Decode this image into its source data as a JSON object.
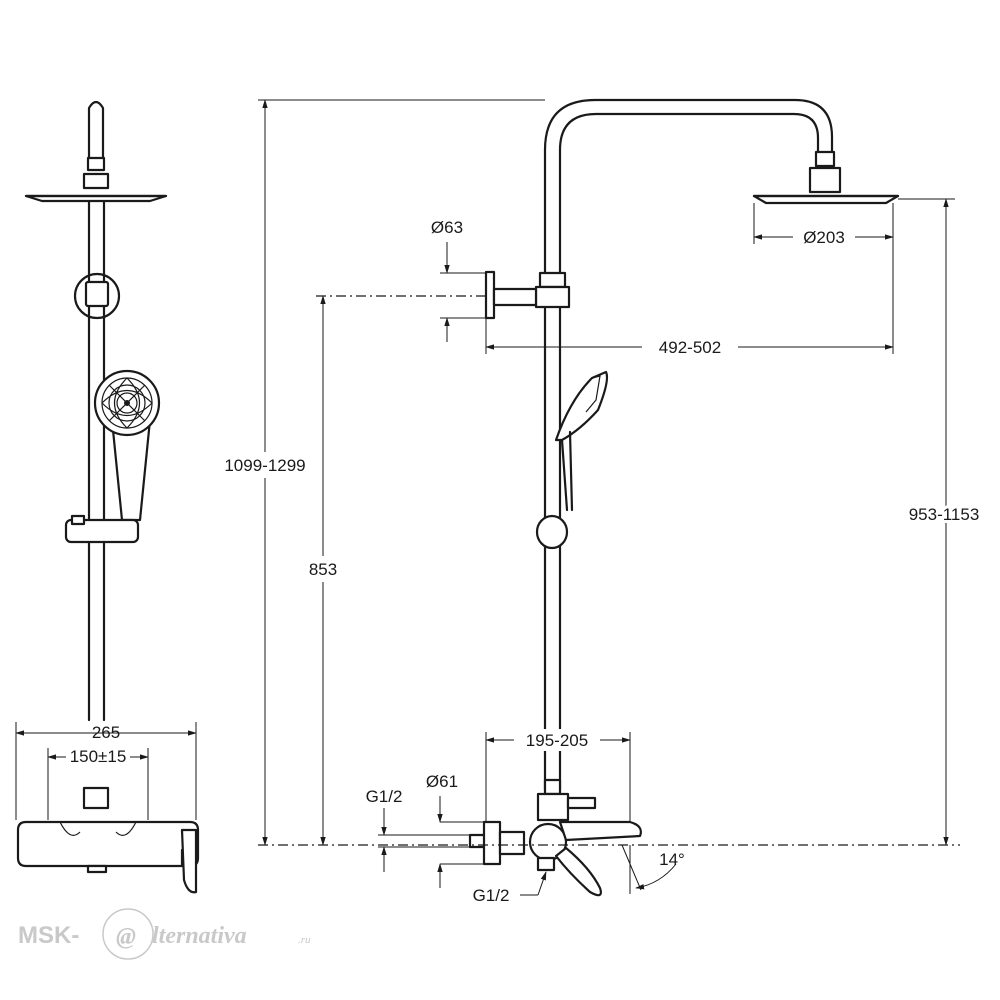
{
  "dimensions": {
    "total_height": "1099-1299",
    "outlet_height": "853",
    "head_height": "953-1153",
    "head_diameter": "Ø203",
    "arm_reach": "492-502",
    "flange_diameter": "Ø63",
    "mixer_width": "265",
    "centers": "150±15",
    "spout_length": "195-205",
    "escutcheon_diameter": "Ø61",
    "thread_top": "G1/2",
    "thread_bottom": "G1/2",
    "spout_angle": "14°"
  },
  "watermark": {
    "brand": "MSK-",
    "at_mark": "@",
    "script": "lternativa",
    "tld": ".ru"
  }
}
